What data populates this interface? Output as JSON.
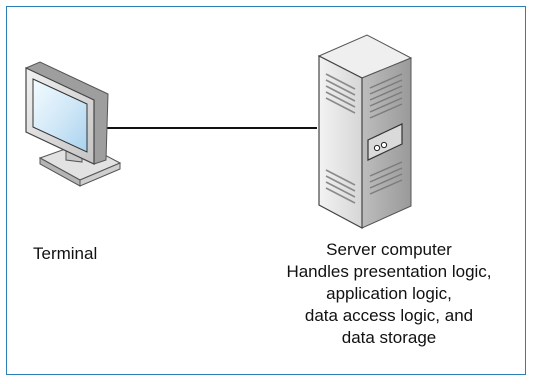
{
  "nodes": {
    "terminal": {
      "icon": "monitor-icon",
      "label": "Terminal"
    },
    "server": {
      "icon": "server-tower-icon",
      "caption_lines": [
        "Server computer",
        "Handles presentation logic,",
        "application logic,",
        "data access logic, and",
        "data storage"
      ]
    }
  },
  "edges": [
    {
      "from": "terminal",
      "to": "server"
    }
  ],
  "colors": {
    "frame_border": "#2b7fb8",
    "monitor_screen": "#cfe7f7",
    "server_body": "#e4e4e4",
    "text": "#111111"
  }
}
